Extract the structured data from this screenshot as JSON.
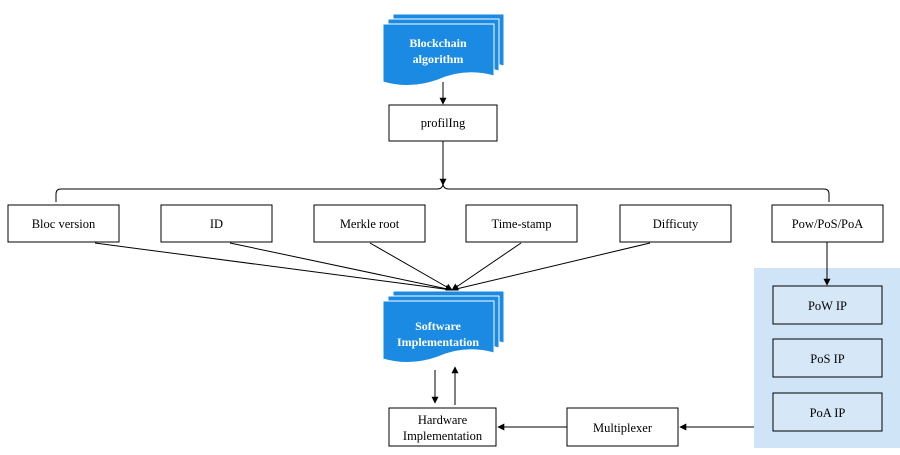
{
  "top_doc": {
    "line1": "Blockchain",
    "line2": "algorithm"
  },
  "profiling": "profilIng",
  "fields": [
    "Bloc version",
    "ID",
    "Merkle root",
    "Time-stamp",
    "Difficuty",
    "Pow/PoS/PoA"
  ],
  "mid_doc": {
    "line1": "Software",
    "line2": "Implementation"
  },
  "ip_blocks": [
    "PoW IP",
    "PoS IP",
    "PoA IP"
  ],
  "multiplexer": "Multiplexer",
  "hardware": {
    "line1": "Hardware",
    "line2": "Implementation"
  },
  "colors": {
    "doc_blue": "#1a8ae3",
    "panel_blue": "#cfe4f6"
  }
}
